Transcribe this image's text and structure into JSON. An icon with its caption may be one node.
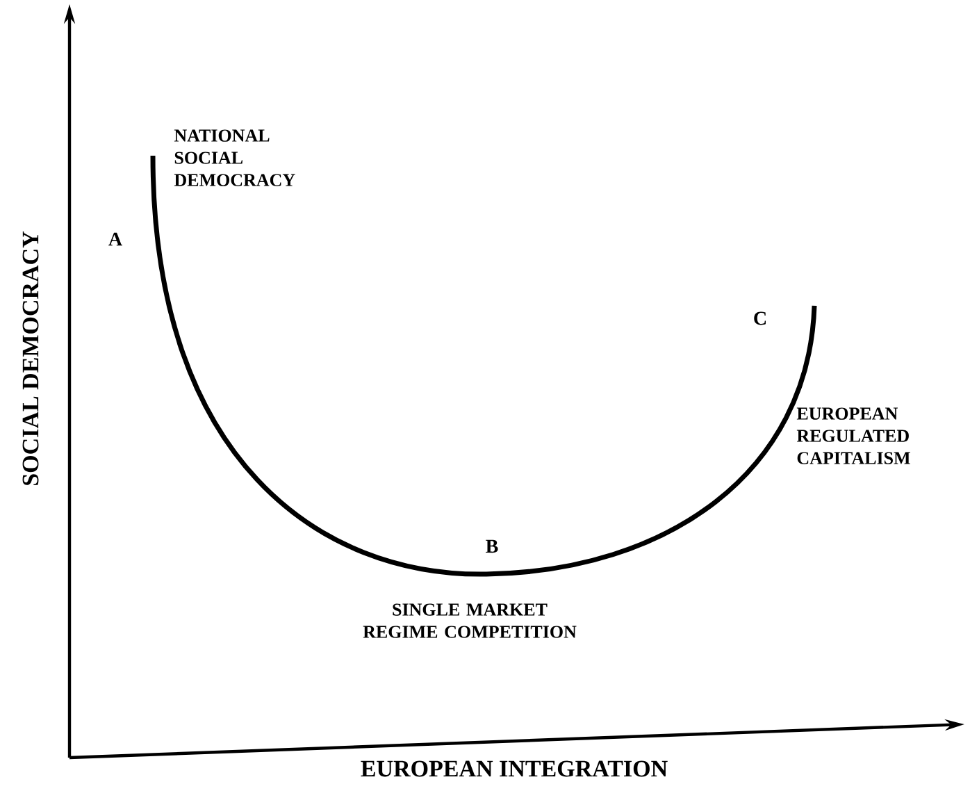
{
  "diagram": {
    "labels": [
      "NATIONAL SOCIAL DEMOCRACY",
      "A",
      "C",
      "EUROPEAN REGULATED CAPITALISM",
      "B",
      "SINGLE MARKET REGIME COMPETITION",
      "SOCIAL DEMOCRACY",
      "EUROPEAN INTEGRATION"
    ]
  }
}
